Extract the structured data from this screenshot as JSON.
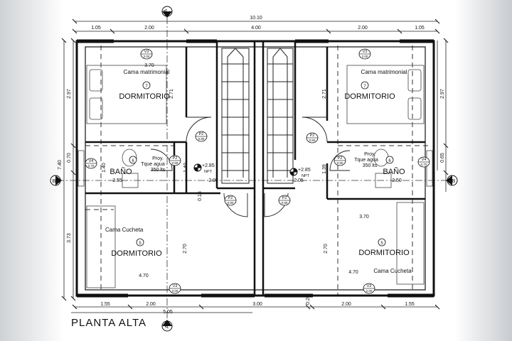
{
  "title": "PLANTA ALTA",
  "axis_labels": {
    "a": "A",
    "b": "B"
  },
  "dims": {
    "overall_top": "10.10",
    "top": [
      "1.05",
      "2.00",
      "4.00",
      "2.00",
      "1.05"
    ],
    "left": [
      "2.97",
      "0.70",
      "7.40",
      "3.73"
    ],
    "right": [
      "2.97",
      "0.65"
    ],
    "bottom": [
      "1.55",
      "2.00",
      "5.05",
      "3.00",
      "0.20",
      "2.00",
      "1.55"
    ],
    "interior": [
      "3.70",
      "2.71",
      "1.40",
      "2.55",
      "1.40",
      "2.05",
      "0.15",
      "2.70",
      "4.70",
      "2.71",
      "1.39",
      "2.05",
      "2.50",
      "3.70",
      "2.70",
      "4.70"
    ]
  },
  "rooms": {
    "bed_tl": {
      "num": "7",
      "name": "DORMITORIO",
      "furniture": "Cama matrimonial"
    },
    "bed_tr": {
      "num": "7",
      "name": "DORMITORIO",
      "furniture": "Cama matrimonial"
    },
    "bath_l": {
      "num": "6",
      "name": "BAÑO"
    },
    "bath_r": {
      "num": "6",
      "name": "BAÑO"
    },
    "bed_bl": {
      "num": "5",
      "name": "DORMITORIO",
      "furniture": "Cama Cucheta"
    },
    "bed_br": {
      "num": "5",
      "name": "DORMITORIO",
      "furniture": "Cama Cucheta"
    }
  },
  "tank": {
    "line1": "Proy.",
    "line2": "Tque agua",
    "line3": "350 lts"
  },
  "level": {
    "value": "+2.85",
    "label": "NPT"
  },
  "tags": {
    "v3": "V3",
    "v3_size": "2.00",
    "v4": "V4",
    "v4_size": "0.70",
    "p2": "P2",
    "p2_size": "0.80"
  }
}
